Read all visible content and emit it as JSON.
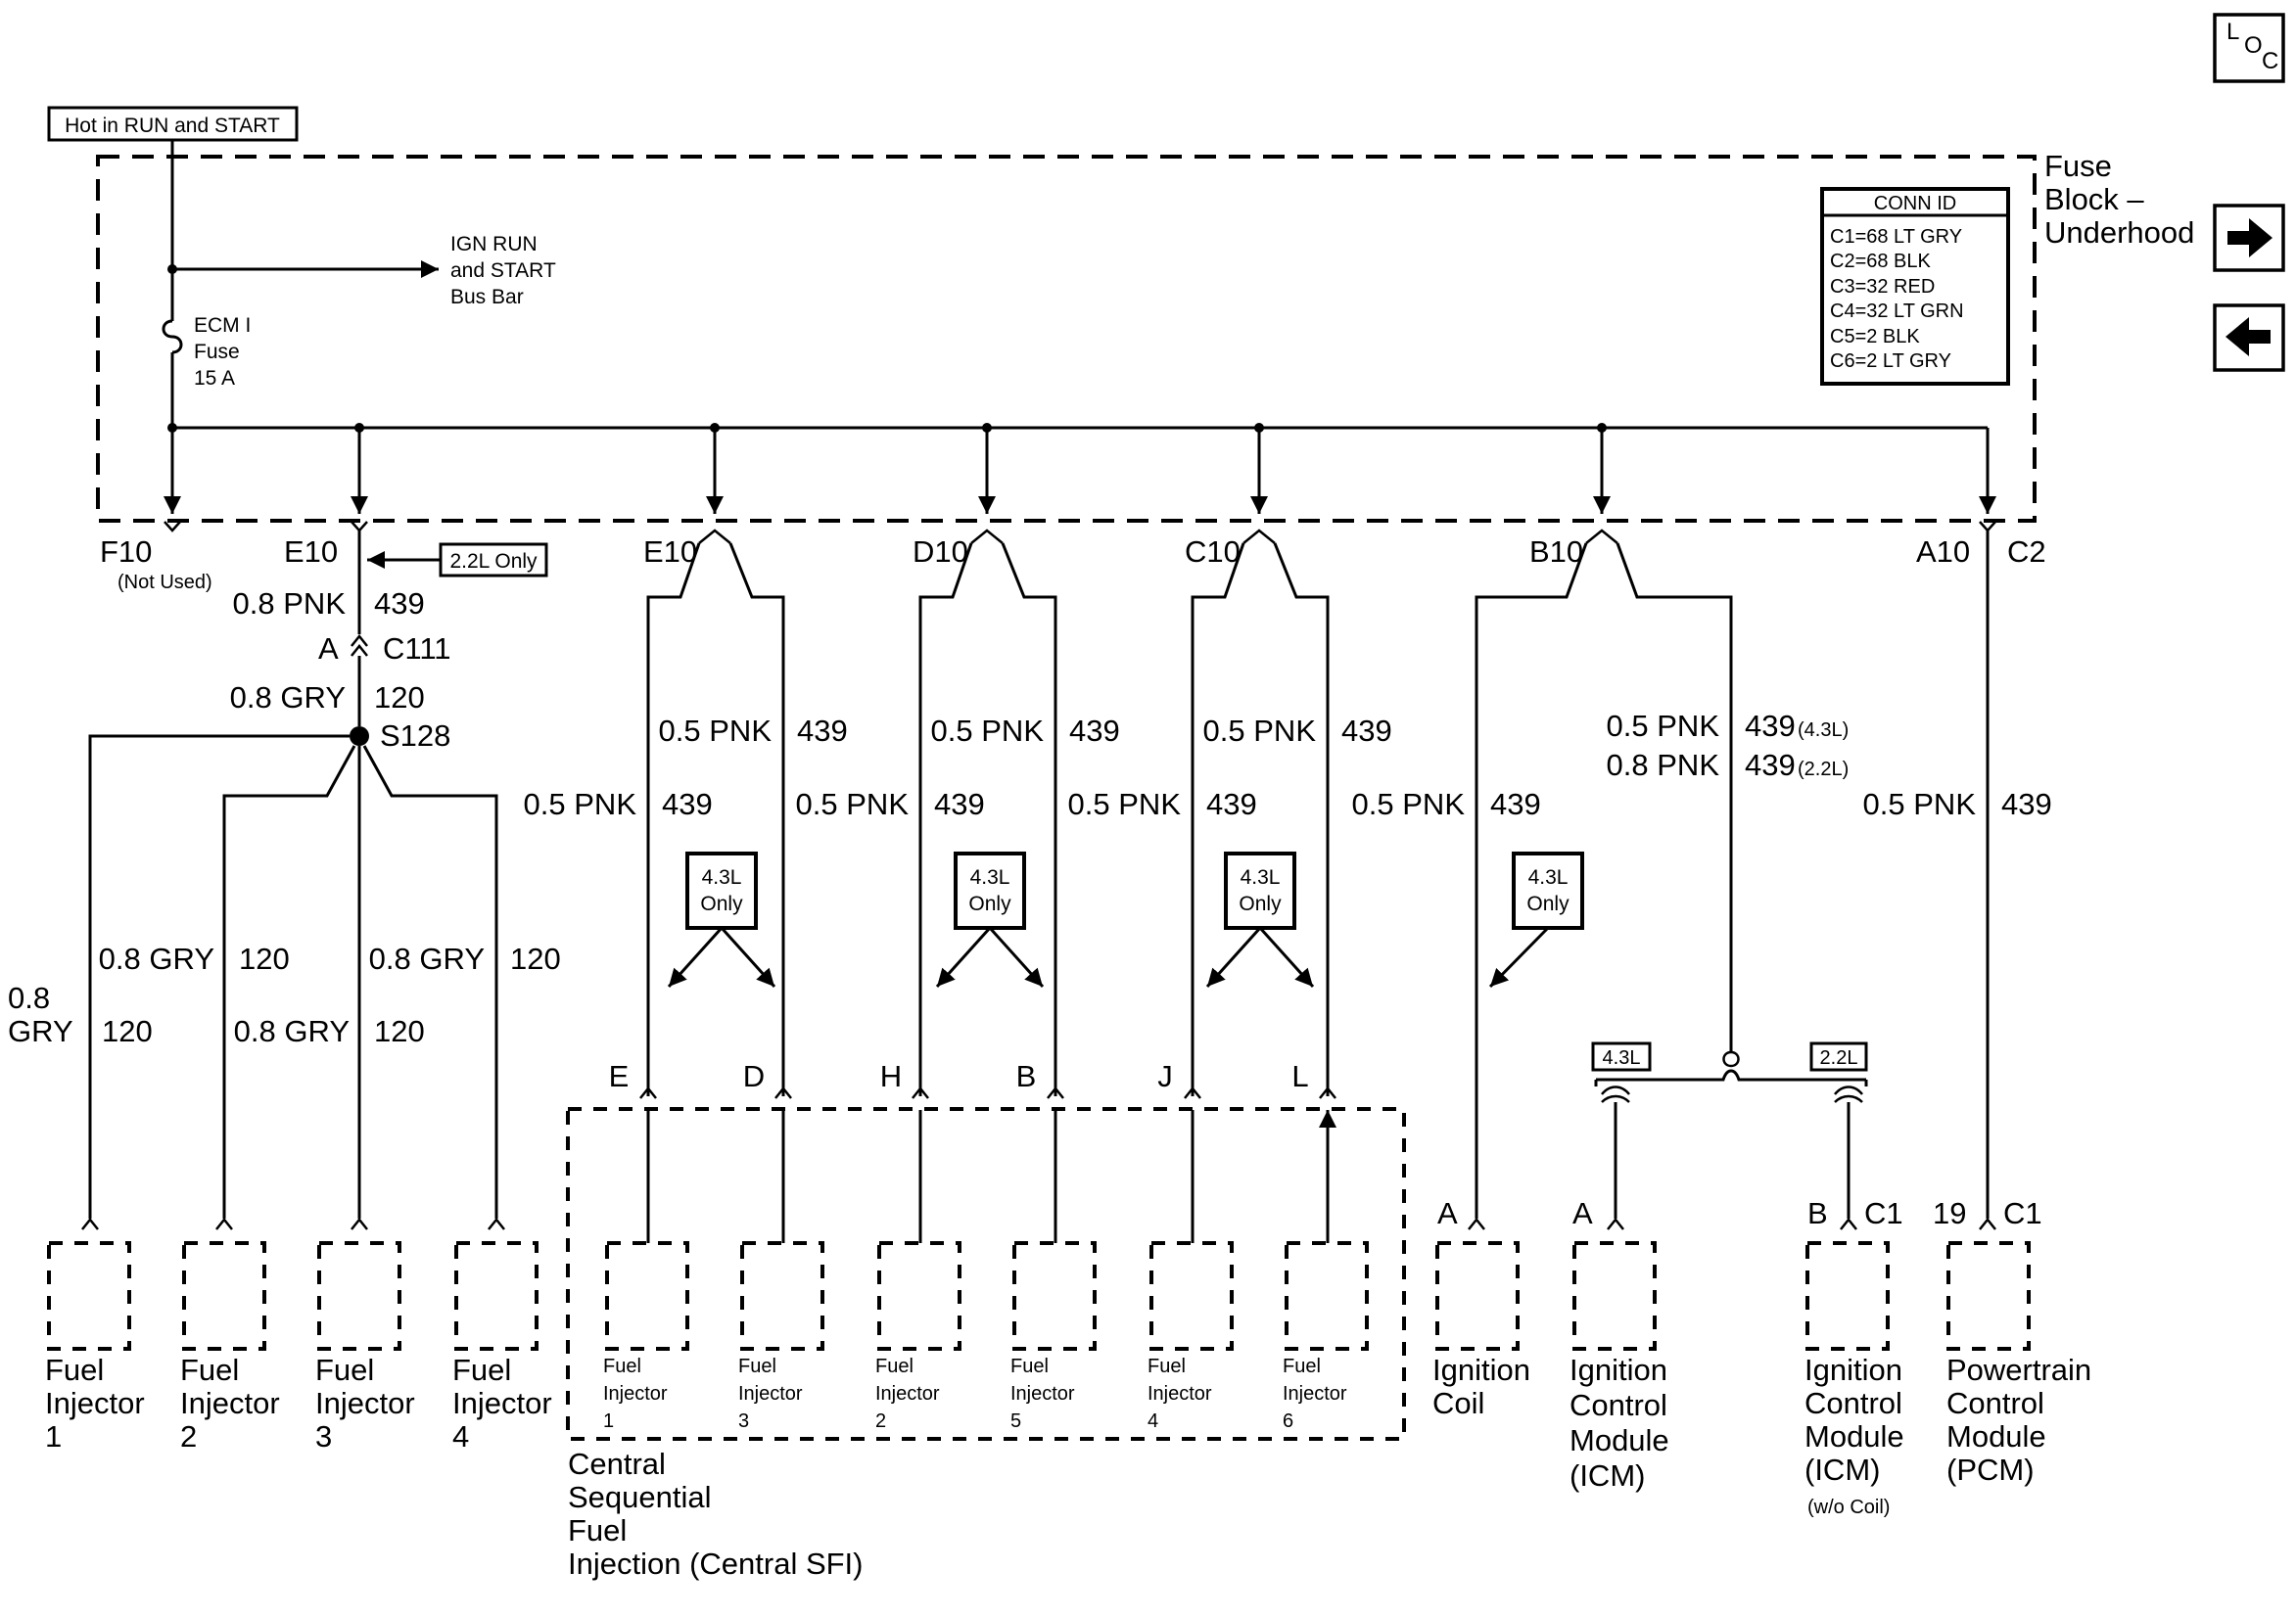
{
  "power": {
    "hot_label": "Hot in RUN and START"
  },
  "fuse_block": {
    "bus_bar": [
      "IGN RUN",
      "and START",
      "Bus Bar"
    ],
    "fuse": [
      "ECM I",
      "Fuse",
      "15 A"
    ],
    "name": [
      "Fuse",
      "Block –",
      "Underhood"
    ]
  },
  "conn_id": {
    "title": "CONN ID",
    "rows": [
      "C1=68 LT GRY",
      "C2=68 BLK",
      "C3=32 RED",
      "C4=32 LT GRN",
      "C5=2 BLK",
      "C6=2 LT GRY"
    ]
  },
  "nav": {
    "loc_l": "L",
    "loc_o": "O",
    "loc_c": "C",
    "next_arrow": "→",
    "prev_arrow": "←"
  },
  "terminals": {
    "f10": "F10",
    "not_used": "(Not Used)",
    "e10_left": "E10",
    "e10": "E10",
    "d10": "D10",
    "c10": "C10",
    "b10": "B10",
    "a10": "A10",
    "c2": "C2"
  },
  "notes": {
    "only_22l": "2.2L Only",
    "only_43l_1": "4.3L",
    "only_43l_2": "Only",
    "l43": "4.3L",
    "l22": "2.2L"
  },
  "wires": {
    "pnk08": "0.8 PNK",
    "pnk05": "0.5 PNK",
    "c439": "439",
    "gry08": "0.8 GRY",
    "c120": "120",
    "gry08_a": "0.8",
    "gry08_b": "GRY",
    "c439_43": "439",
    "tag_43": "(4.3L)",
    "c439_22": "439",
    "tag_22": "(2.2L)"
  },
  "connectors": {
    "c111_pin": "A",
    "c111": "C111",
    "s128": "S128"
  },
  "pins": {
    "e": "E",
    "d": "D",
    "h": "H",
    "b": "B",
    "j": "J",
    "l": "L",
    "coil_a": "A",
    "icm_a": "A",
    "icm2_b": "B",
    "icm2_c1": "C1",
    "pcm_19": "19",
    "pcm_c1": "C1"
  },
  "components": {
    "inj1": [
      "Fuel",
      "Injector",
      "1"
    ],
    "inj2": [
      "Fuel",
      "Injector",
      "2"
    ],
    "inj3": [
      "Fuel",
      "Injector",
      "3"
    ],
    "inj4": [
      "Fuel",
      "Injector",
      "4"
    ],
    "sfi_inj": [
      [
        "Fuel",
        "Injector",
        "1"
      ],
      [
        "Fuel",
        "Injector",
        "3"
      ],
      [
        "Fuel",
        "Injector",
        "2"
      ],
      [
        "Fuel",
        "Injector",
        "5"
      ],
      [
        "Fuel",
        "Injector",
        "4"
      ],
      [
        "Fuel",
        "Injector",
        "6"
      ]
    ],
    "sfi": [
      "Central",
      "Sequential",
      "Fuel",
      "Injection (Central SFI)"
    ],
    "coil": [
      "Ignition",
      "Coil"
    ],
    "icm": [
      "Ignition",
      "Control",
      "Module",
      "(ICM)"
    ],
    "icm2": [
      "Ignition",
      "Control",
      "Module",
      "(ICM)",
      "(w/o Coil)"
    ],
    "pcm": [
      "Powertrain",
      "Control",
      "Module",
      "(PCM)"
    ]
  }
}
